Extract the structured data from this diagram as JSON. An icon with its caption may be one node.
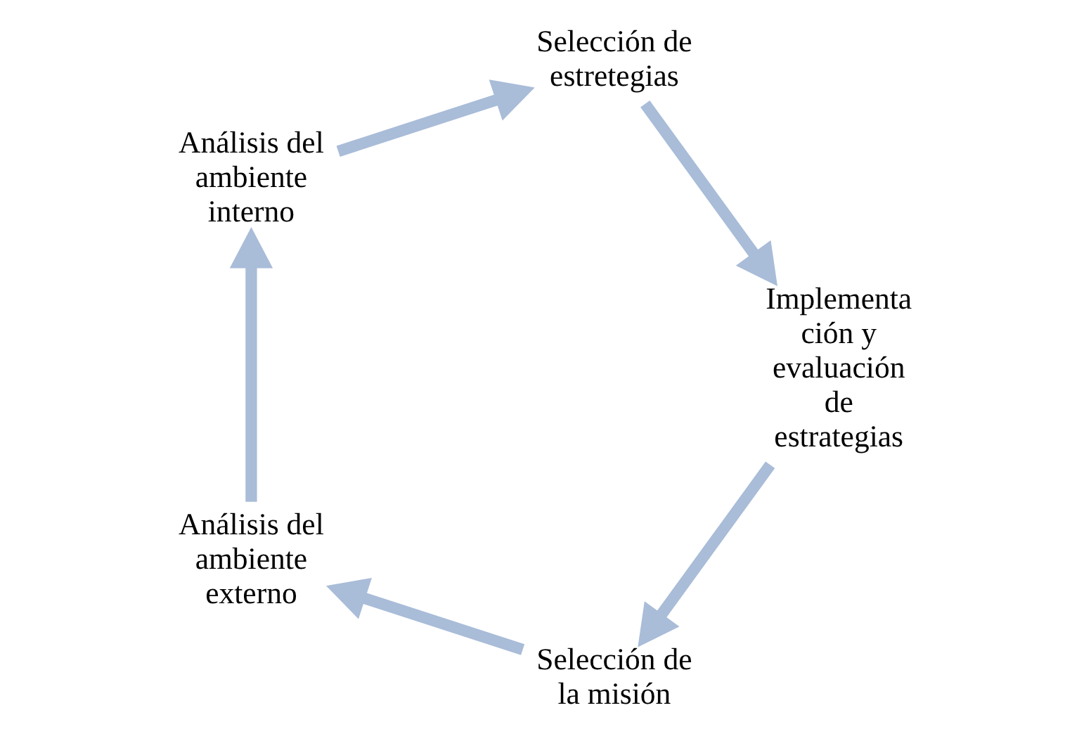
{
  "diagram": {
    "nodes": [
      {
        "text": [
          "Selección de la misión"
        ]
      },
      {
        "text": [
          "Análisis del ambiente externo"
        ]
      },
      {
        "text": [
          "Análisis del ambiente interno"
        ]
      },
      {
        "text": [
          "Selección de estretegias"
        ]
      },
      {
        "text": [
          "Implementa ción y evaluación de estrategias"
        ]
      }
    ],
    "edges": [
      {
        "from": 0,
        "to": 1,
        "arrow": "to"
      },
      {
        "from": 1,
        "to": 2,
        "arrow": "to"
      },
      {
        "from": 2,
        "to": 3,
        "arrow": "to"
      },
      {
        "from": 3,
        "to": 4,
        "arrow": "to"
      },
      {
        "from": 4,
        "to": 0,
        "arrow": "to"
      }
    ]
  }
}
